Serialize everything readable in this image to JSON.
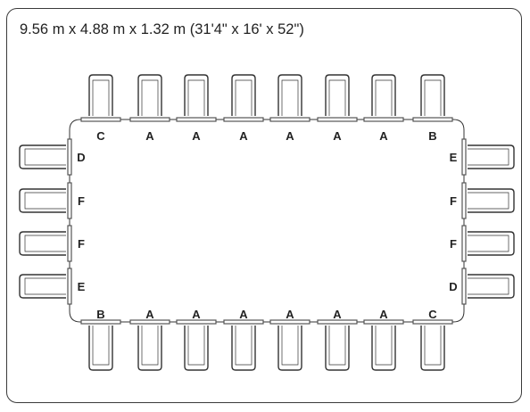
{
  "title": "9.56 m x 4.88 m x 1.32 m (31'4\" x 16' x 52\")",
  "colors": {
    "stroke": "#333333",
    "panel": "#555555"
  },
  "sides": {
    "top": [
      "C",
      "A",
      "A",
      "A",
      "A",
      "A",
      "A",
      "B"
    ],
    "bottom": [
      "B",
      "A",
      "A",
      "A",
      "A",
      "A",
      "A",
      "C"
    ],
    "left": [
      "D",
      "F",
      "F",
      "E"
    ],
    "right": [
      "E",
      "F",
      "F",
      "D"
    ]
  }
}
